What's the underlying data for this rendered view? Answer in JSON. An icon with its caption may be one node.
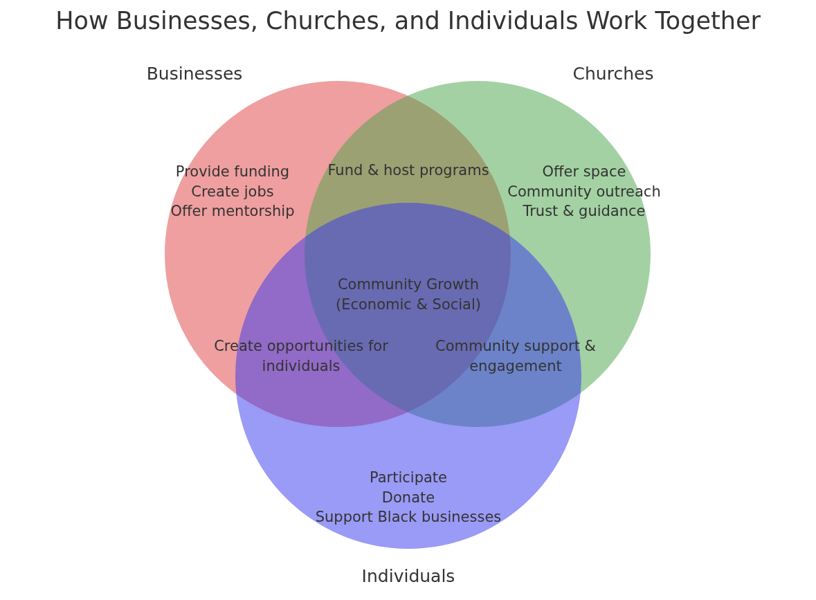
{
  "diagram": {
    "title": "How Businesses, Churches, and Individuals Work Together",
    "nodes": [
      {
        "text": [
          "Businesses",
          "Provide funding",
          "Create jobs",
          "Offer mentorship"
        ]
      },
      {
        "text": [
          "Churches",
          "Offer space",
          "Community outreach",
          "Trust & guidance"
        ]
      },
      {
        "text": [
          "Participate",
          "Donate",
          "Support Black businesses",
          "Individuals"
        ]
      }
    ],
    "edges": [],
    "labels": [
      "Fund & host programs",
      "Community Growth (Economic & Social)",
      "Create opportunities for individuals",
      "Community support & engagement"
    ]
  }
}
